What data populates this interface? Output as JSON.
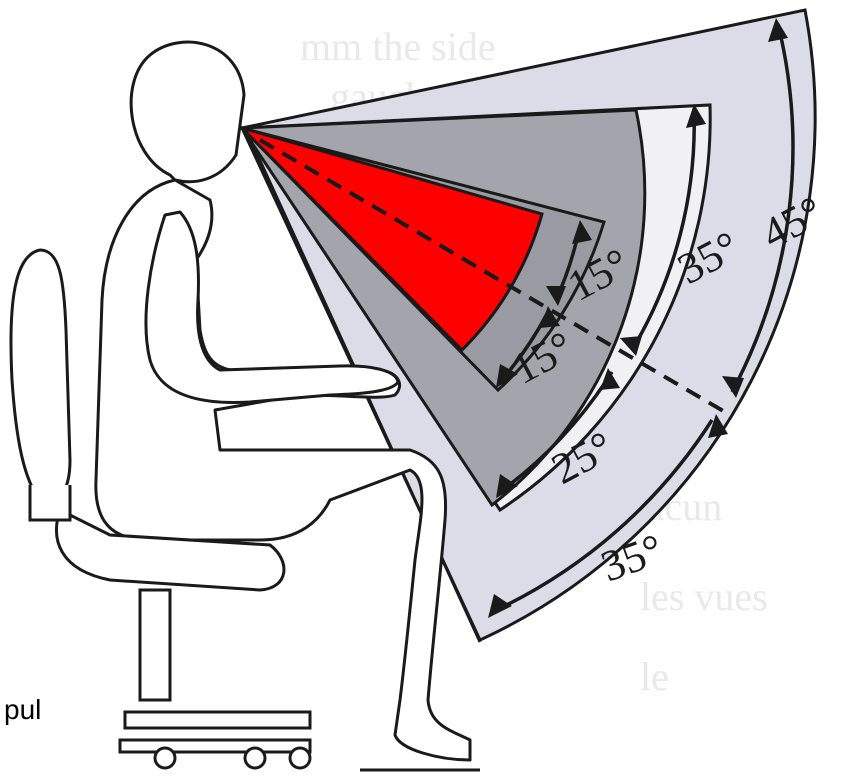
{
  "figure": {
    "labels": {
      "upper_inner": "15°",
      "lower_inner": "15°",
      "upper_middle": "35°",
      "lower_middle": "25°",
      "upper_outer": "45°",
      "lower_outer": "35°"
    },
    "side_text": "pul",
    "colors": {
      "outer_zone": "#dcdce8",
      "middle_zone": "#a4a4ac",
      "inner_zone": "#9a9aa2",
      "optimal_zone": "#ff0000",
      "outline": "#1a1a1a"
    }
  }
}
